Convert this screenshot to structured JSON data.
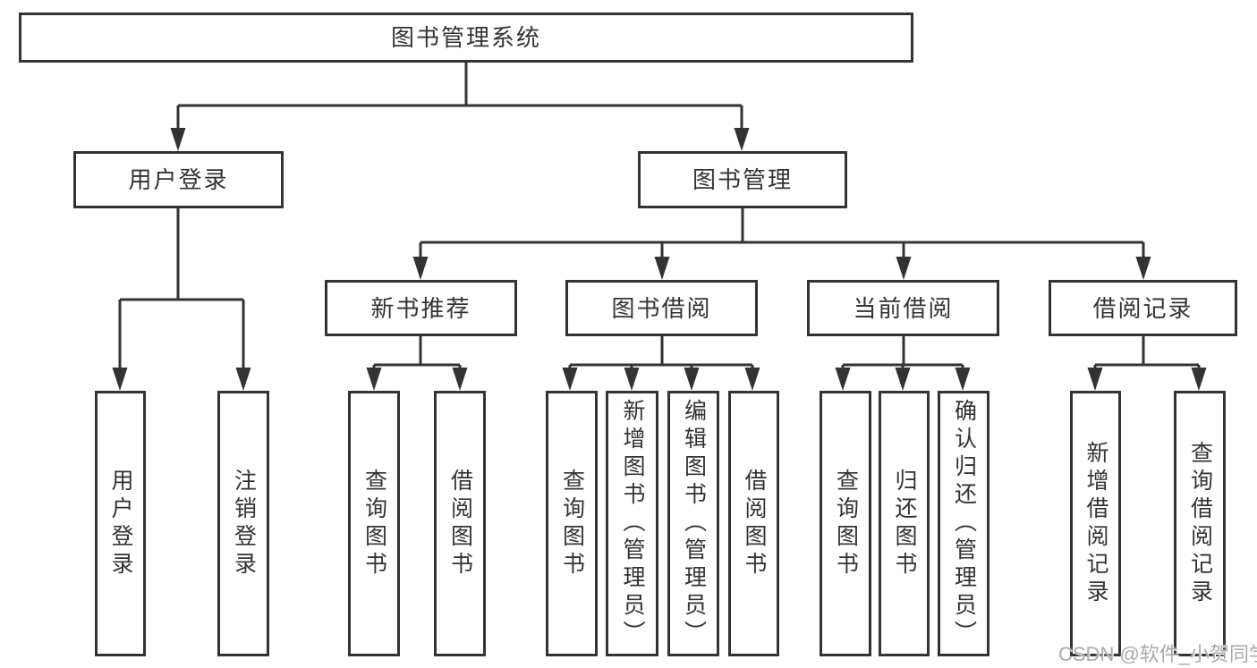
{
  "diagram": {
    "tree": {
      "label": "图书管理系统",
      "children": [
        {
          "label": "用户登录",
          "children": [
            {
              "label": "用户登录"
            },
            {
              "label": "注销登录"
            }
          ]
        },
        {
          "label": "图书管理",
          "children": [
            {
              "label": "新书推荐",
              "children": [
                {
                  "label": "查询图书"
                },
                {
                  "label": "借阅图书"
                }
              ]
            },
            {
              "label": "图书借阅",
              "children": [
                {
                  "label": "查询图书"
                },
                {
                  "label": "新增图书（管理员）"
                },
                {
                  "label": "编辑图书（管理员）"
                },
                {
                  "label": "借阅图书"
                }
              ]
            },
            {
              "label": "当前借阅",
              "children": [
                {
                  "label": "查询图书"
                },
                {
                  "label": "归还图书"
                },
                {
                  "label": "确认归还（管理员）"
                }
              ]
            },
            {
              "label": "借阅记录",
              "children": [
                {
                  "label": "新增借阅记录"
                },
                {
                  "label": "查询借阅记录"
                }
              ]
            }
          ]
        }
      ]
    },
    "colors": {
      "line": "#333333",
      "text": "#333333",
      "box_fill": "#ffffff",
      "background": "#ffffff",
      "watermark": "#aaaaaa"
    }
  },
  "watermark": "CSDN @软件_小贺同学"
}
